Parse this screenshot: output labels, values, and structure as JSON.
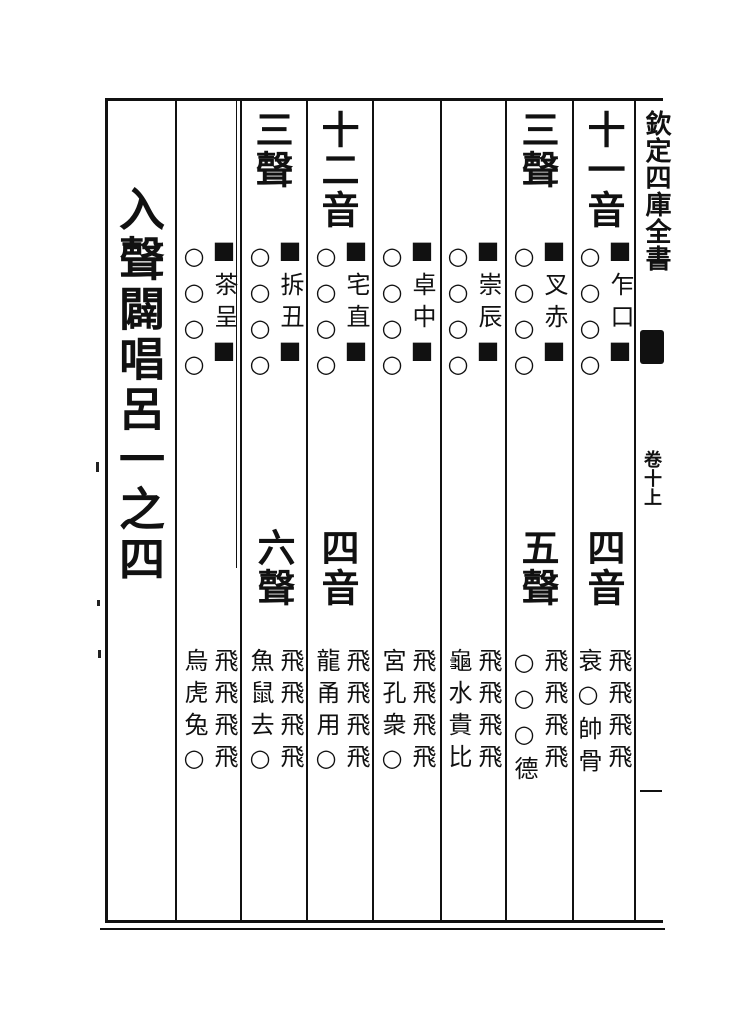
{
  "margin": {
    "book_title": "欽定四庫全書",
    "volume": "卷十上"
  },
  "title_column": {
    "text": "入聲闢唱呂一之四"
  },
  "columns": [
    {
      "id": "c1",
      "upper_head": "十一音",
      "upper_rows": [
        "○○○○",
        "■乍口■"
      ],
      "lower_head": "四音",
      "lower_rows": [
        "飛飛飛飛",
        "衰○帥骨"
      ]
    },
    {
      "id": "c2",
      "upper_head": "三聲",
      "upper_rows": [
        "○○○○",
        "■叉赤■"
      ],
      "lower_head": "五聲",
      "lower_rows": [
        "飛飛飛飛",
        "○○○德"
      ]
    },
    {
      "id": "c3",
      "upper_rows": [
        "○○○○",
        "■崇辰■"
      ],
      "lower_rows": [
        "飛飛飛飛",
        "龜水貴比"
      ]
    },
    {
      "id": "c4",
      "upper_rows": [
        "○○○○",
        "■卓中■"
      ],
      "lower_rows": [
        "飛飛飛飛",
        "宮孔衆○"
      ]
    },
    {
      "id": "c5",
      "upper_head": "十二音",
      "upper_rows": [
        "○○○○",
        "■宅直■"
      ],
      "lower_head": "四音",
      "lower_rows": [
        "飛飛飛飛",
        "龍甬用○"
      ]
    },
    {
      "id": "c6",
      "upper_head": "三聲",
      "upper_rows": [
        "○○○○",
        "■拆丑■"
      ],
      "lower_head": "六聲",
      "lower_rows": [
        "飛飛飛飛",
        "魚鼠去○"
      ]
    },
    {
      "id": "c7",
      "upper_rows": [
        "○○○○",
        "■茶呈■"
      ],
      "lower_rows": [
        "飛飛飛飛",
        "烏虎兔○"
      ]
    }
  ]
}
